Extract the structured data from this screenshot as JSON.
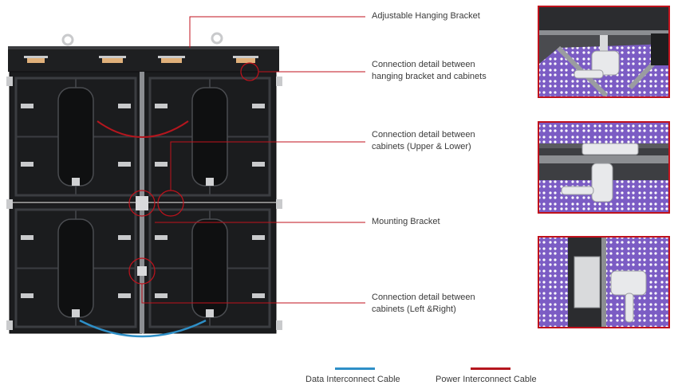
{
  "callouts": [
    {
      "id": "adjustable-hanging-bracket",
      "lines": [
        "Adjustable Hanging Bracket"
      ]
    },
    {
      "id": "hanging-bracket-connection",
      "lines": [
        "Connection detail between",
        "hanging bracket and cabinets"
      ]
    },
    {
      "id": "upper-lower-connection",
      "lines": [
        "Connection detail between",
        "cabinets (Upper & Lower)"
      ]
    },
    {
      "id": "mounting-bracket",
      "lines": [
        "Mounting Bracket"
      ]
    },
    {
      "id": "left-right-connection",
      "lines": [
        "Connection detail between",
        "cabinets (Left &Right)"
      ]
    }
  ],
  "legend": {
    "data_cable": {
      "label": "Data Interconnect Cable",
      "color": "#2e8fc7"
    },
    "power_cable": {
      "label": "Power Interconnect Cable",
      "color": "#b5161e"
    }
  },
  "colors": {
    "leader_line": "#c0121c",
    "cabinet": "#1b1c1e",
    "cabinet_rib": "#3b3d41",
    "detail_frame": "#c0121c",
    "detail_panel": "#7b5cc4",
    "detail_metal": "#d9dadc"
  }
}
